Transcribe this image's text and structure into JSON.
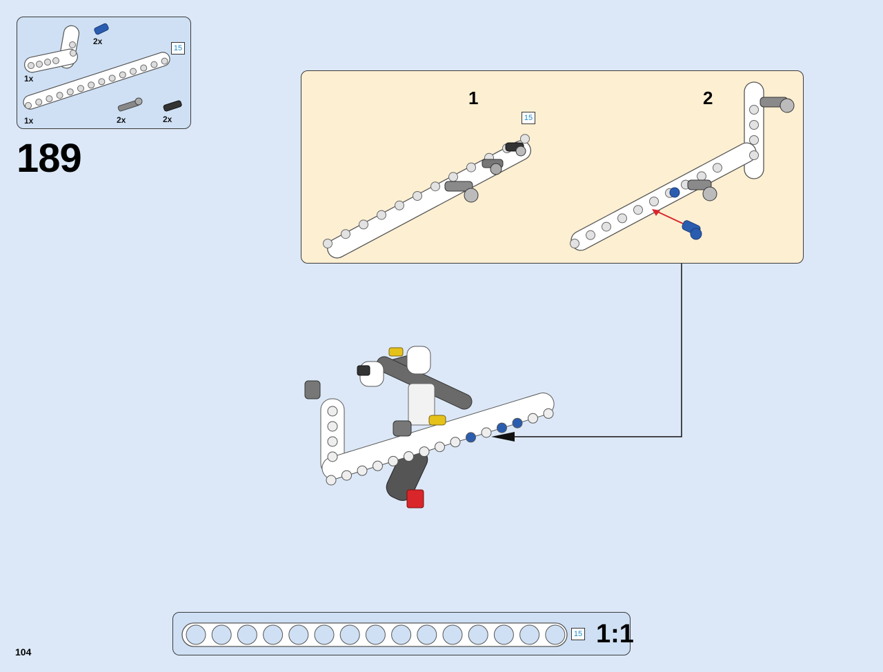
{
  "parts_list": {
    "items": [
      {
        "name": "white-l-beam",
        "qty": "1x"
      },
      {
        "name": "blue-pin",
        "qty": "2x"
      },
      {
        "name": "white-straight-beam-15",
        "qty": "1x"
      },
      {
        "name": "gray-axle-pin",
        "qty": "2x"
      },
      {
        "name": "black-pin",
        "qty": "2x"
      }
    ],
    "length_badge": "15"
  },
  "step_number": "189",
  "substeps": [
    {
      "number": "1",
      "length_badge": "15"
    },
    {
      "number": "2"
    }
  ],
  "scale_bar": {
    "label": "1:1",
    "length_badge": "15",
    "holes": 15
  },
  "page_number": "104",
  "colors": {
    "background": "#dce8f7",
    "parts_box": "#cfe0f4",
    "substep_panel": "#fdefd2",
    "badge_text": "#1e88c8",
    "highlight_arrow": "#d9262a",
    "blue_pin": "#2a5db0"
  }
}
